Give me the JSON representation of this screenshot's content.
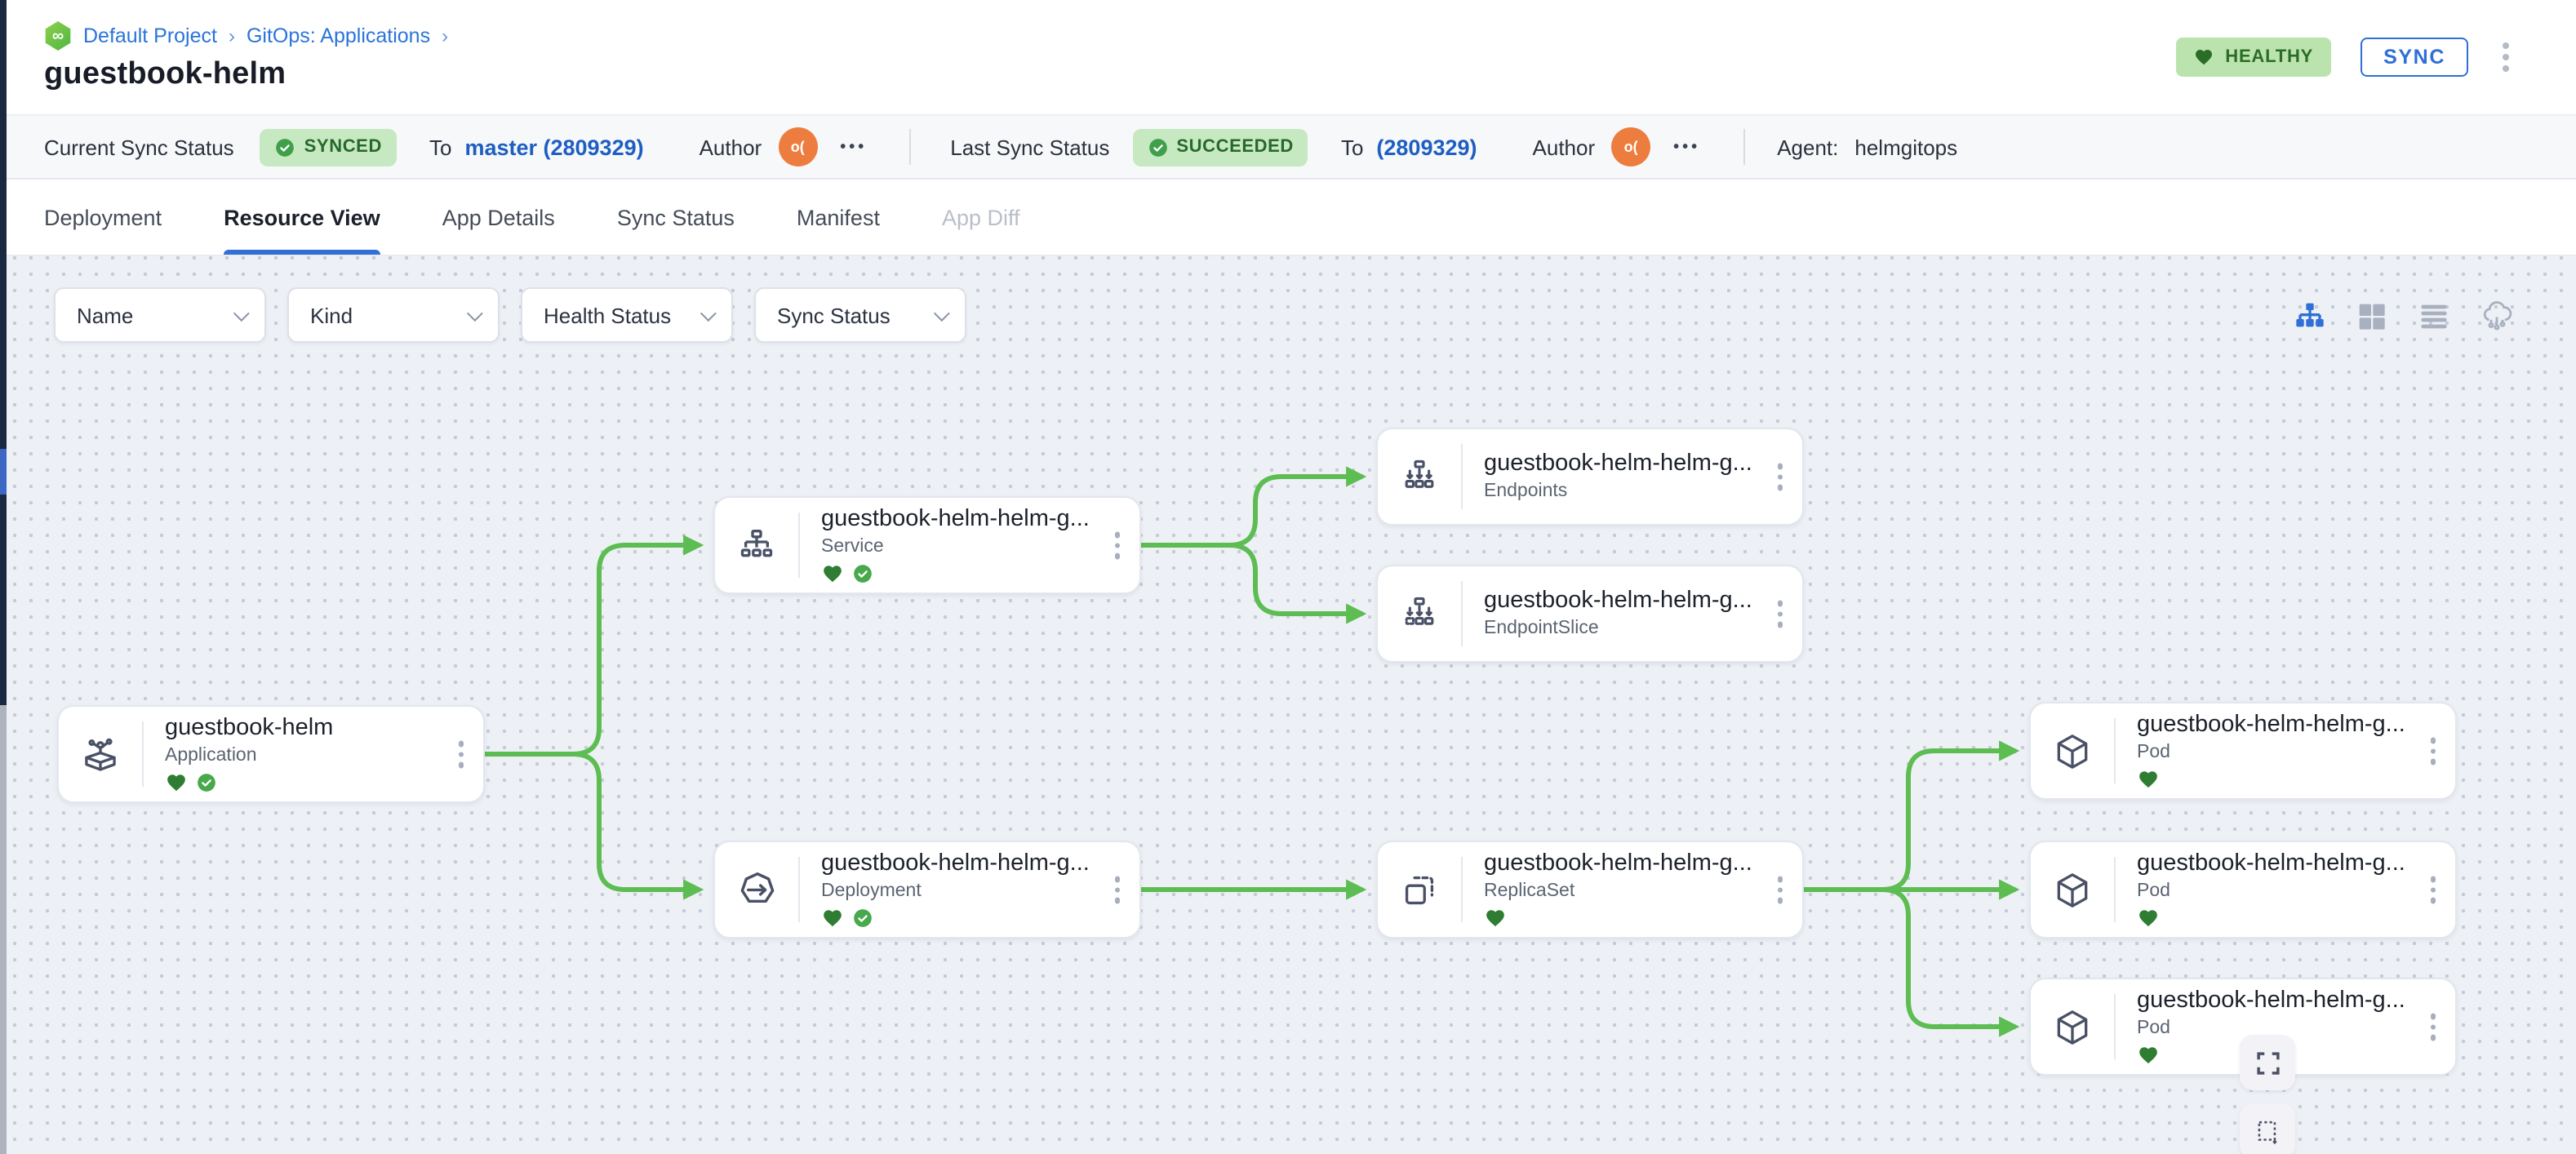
{
  "colors": {
    "accent_blue": "#2f6fd6",
    "edge_green": "#5dbd52",
    "heart_green": "#2e7d32",
    "sync_check_green": "#47a94c",
    "badge_bg": "#c6e9c2",
    "badge_text": "#27682b",
    "avatar_orange": "#ed7d3e"
  },
  "breadcrumb": {
    "separator": "›",
    "items": [
      {
        "label": "Default Project"
      },
      {
        "label": "GitOps: Applications"
      }
    ]
  },
  "page_title": "guestbook-helm",
  "header_actions": {
    "health_badge": "HEALTHY",
    "sync_button": "SYNC"
  },
  "status_bar": {
    "current": {
      "label": "Current Sync Status",
      "badge": "SYNCED",
      "to": "To",
      "revision": "master (2809329)",
      "author_label": "Author",
      "author_avatar": "o(",
      "more": "•••"
    },
    "last": {
      "label": "Last Sync Status",
      "badge": "SUCCEEDED",
      "to": "To",
      "revision": "(2809329)",
      "author_label": "Author",
      "author_avatar": "o(",
      "more": "•••"
    },
    "agent_label": "Agent:",
    "agent_value": "helmgitops"
  },
  "tabs": [
    {
      "label": "Deployment",
      "state": "normal"
    },
    {
      "label": "Resource View",
      "state": "active"
    },
    {
      "label": "App Details",
      "state": "normal"
    },
    {
      "label": "Sync Status",
      "state": "normal"
    },
    {
      "label": "Manifest",
      "state": "normal"
    },
    {
      "label": "App Diff",
      "state": "disabled"
    }
  ],
  "filters": [
    {
      "label": "Name"
    },
    {
      "label": "Kind"
    },
    {
      "label": "Health Status"
    },
    {
      "label": "Sync Status"
    }
  ],
  "view_modes": [
    "tree-view",
    "grid-view",
    "list-view",
    "cluster-view"
  ],
  "nodes": [
    {
      "title": "guestbook-helm",
      "kind": "Application",
      "healthy": true,
      "synced": true
    },
    {
      "title": "guestbook-helm-helm-g...",
      "kind": "Service",
      "healthy": true,
      "synced": true
    },
    {
      "title": "guestbook-helm-helm-g...",
      "kind": "Endpoints",
      "healthy": false,
      "synced": false
    },
    {
      "title": "guestbook-helm-helm-g...",
      "kind": "EndpointSlice",
      "healthy": false,
      "synced": false
    },
    {
      "title": "guestbook-helm-helm-g...",
      "kind": "Deployment",
      "healthy": true,
      "synced": true
    },
    {
      "title": "guestbook-helm-helm-g...",
      "kind": "ReplicaSet",
      "healthy": true,
      "synced": false
    },
    {
      "title": "guestbook-helm-helm-g...",
      "kind": "Pod",
      "healthy": true,
      "synced": false
    },
    {
      "title": "guestbook-helm-helm-g...",
      "kind": "Pod",
      "healthy": true,
      "synced": false
    },
    {
      "title": "guestbook-helm-helm-g...",
      "kind": "Pod",
      "healthy": true,
      "synced": false
    }
  ]
}
